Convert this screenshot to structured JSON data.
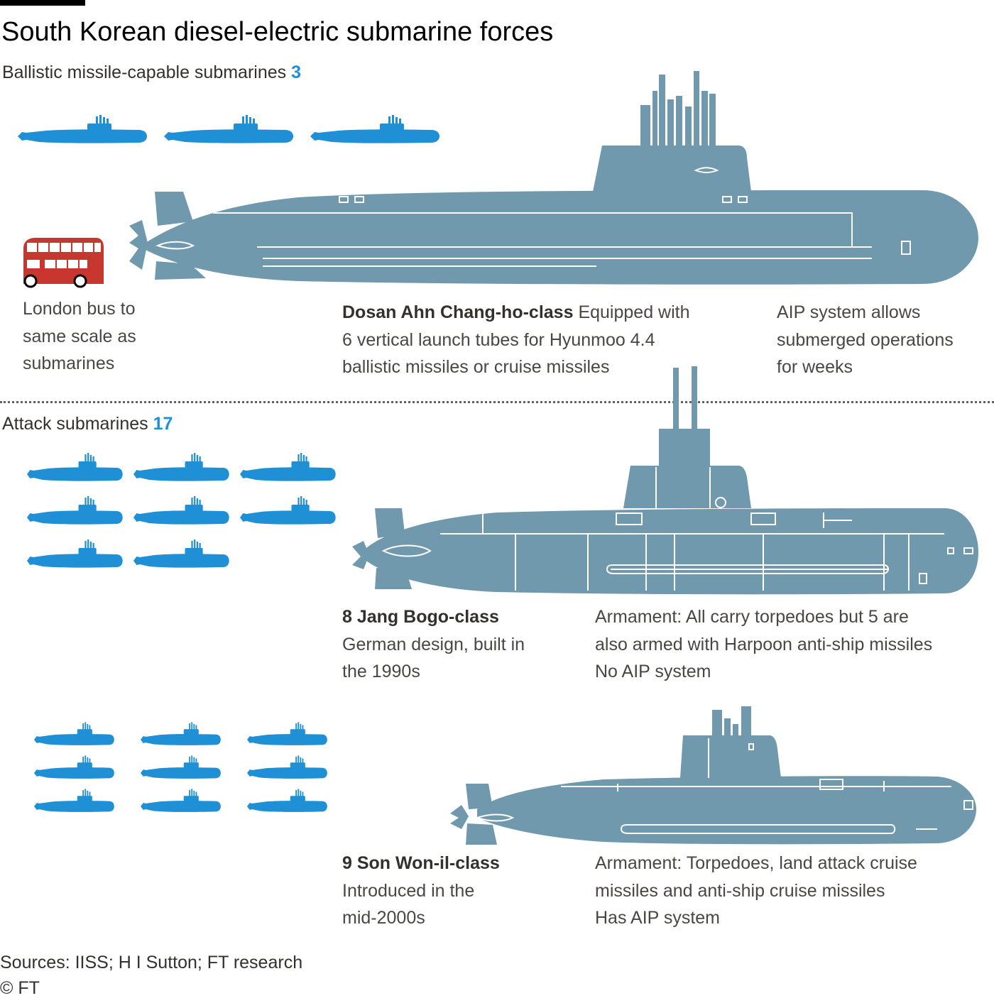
{
  "title": "South Korean diesel-electric submarine forces",
  "colors": {
    "icon_blue": "#1f8fd6",
    "sub_gray": "#7099ad",
    "bus_red": "#c7372f",
    "divider": "#66605c"
  },
  "ballistic": {
    "label": "Ballistic missile-capable submarines",
    "count": "3"
  },
  "attack": {
    "label": "Attack submarines",
    "count": "17"
  },
  "bus_caption": {
    "lines": [
      "London bus to",
      "same scale as",
      "submarines"
    ]
  },
  "dosan": {
    "name": "Dosan Ahn Chang-ho-class",
    "desc_1": " Equipped with",
    "desc_2": "6 vertical launch tubes for Hyunmoo 4.4",
    "desc_3": "ballistic missiles or cruise missiles",
    "aip_lines": [
      "AIP system allows",
      "submerged operations",
      "for weeks"
    ]
  },
  "jang_bogo": {
    "name": "8 Jang Bogo-class",
    "desc_lines": [
      "German design, built in",
      "the 1990s"
    ],
    "armament_lines": [
      "Armament: All carry torpedoes but 5 are",
      "also armed with Harpoon anti-ship missiles",
      "No AIP system"
    ]
  },
  "son_won_il": {
    "name": "9 Son Won-il-class",
    "desc_lines": [
      "Introduced in the",
      "mid-2000s"
    ],
    "armament_lines": [
      "Armament: Torpedoes, land attack cruise",
      "missiles and anti-ship cruise missiles",
      "Has AIP system"
    ]
  },
  "footer": {
    "sources": "Sources: IISS; H I Sutton; FT research",
    "credit": "© FT"
  },
  "icon_counts": {
    "ballistic": 3,
    "jang_bogo": 8,
    "son_won_il": 9
  }
}
